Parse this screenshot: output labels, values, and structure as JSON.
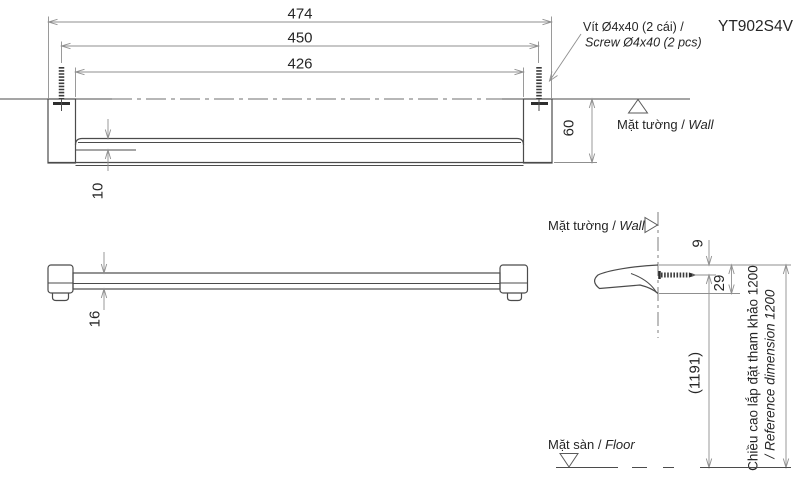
{
  "product_code": "YT902S4V",
  "note": {
    "vi": "Vít Ø4x40 (2 cái) /",
    "en": "Screw Ø4x40 (2 pcs)"
  },
  "labels": {
    "wall_vi": "Mặt tường / ",
    "wall_en": "Wall",
    "floor_vi": "Mặt sàn / ",
    "floor_en": "Floor"
  },
  "dims": {
    "overall_width": "474",
    "screw_spacing": "450",
    "inner_width": "426",
    "depth_from_wall": "60",
    "bar_top_thickness": "10",
    "bar_height": "16",
    "top_to_screw": "9",
    "bracket_height": "29",
    "floor_to_screw_ref": "(1191)",
    "install_height_vi": "Chiều cao lắp đặt tham khảo 1200",
    "install_height_en": "/ Reference dimension 1200"
  },
  "colors": {
    "background": "#ffffff",
    "object_line": "#4b4b4b",
    "dimension_line": "#8f8f8f",
    "text": "#262626"
  }
}
